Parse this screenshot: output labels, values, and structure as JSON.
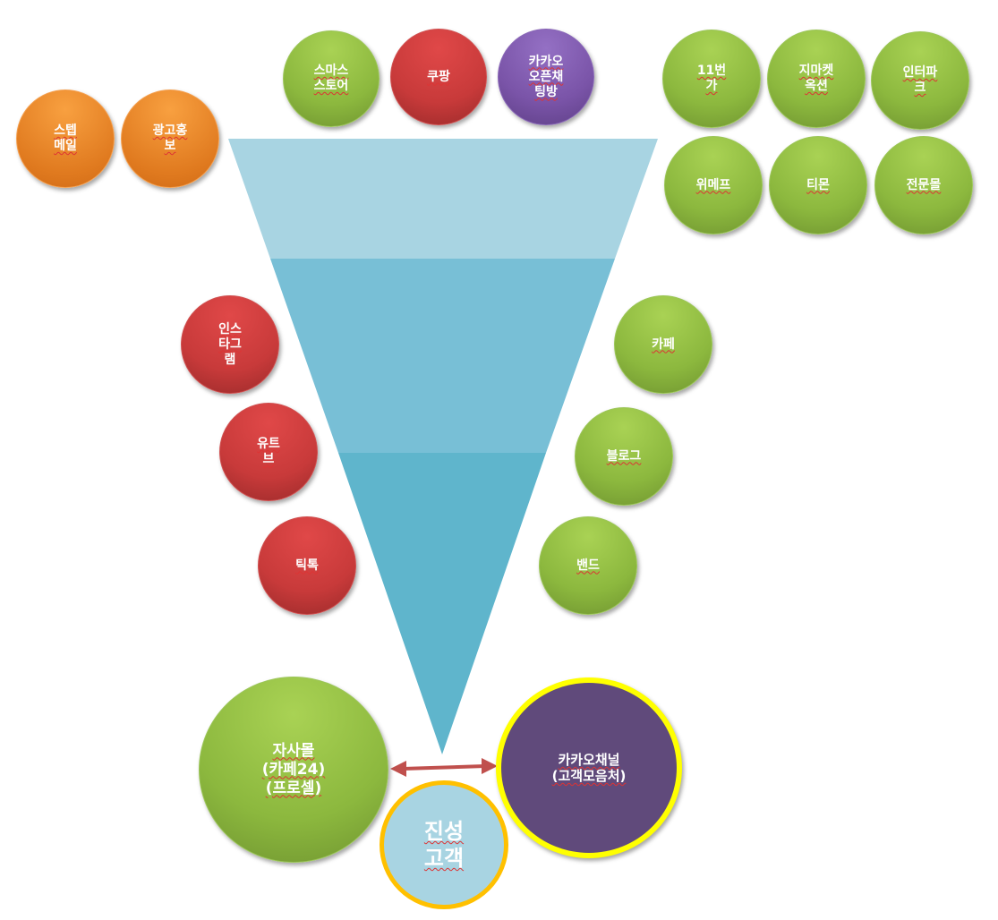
{
  "top_left": [
    {
      "label": "스텝\n메일"
    },
    {
      "label": "광고홍\n보"
    }
  ],
  "top_center": [
    {
      "label": "스마스\n스토어"
    },
    {
      "label": "쿠팡"
    },
    {
      "label": "카카오\n오픈채\n팅방"
    }
  ],
  "top_right": [
    {
      "label": "11번\n가"
    },
    {
      "label": "지마켓\n옥션"
    },
    {
      "label": "인터파\n크"
    },
    {
      "label": "위메프"
    },
    {
      "label": "티몬"
    },
    {
      "label": "전문몰"
    }
  ],
  "left_sns": [
    {
      "label": "인스\n타그\n램"
    },
    {
      "label": "유트\n브"
    },
    {
      "label": "틱톡"
    }
  ],
  "right_community": [
    {
      "label": "카페"
    },
    {
      "label": "블로그"
    },
    {
      "label": "밴드"
    }
  ],
  "own_mall": {
    "label": "자사몰\n(카페24)\n(프로셀)"
  },
  "kakao_channel": {
    "label": "카카오채널\n(고객모음처)"
  },
  "loyal_customer": {
    "label": "진성\n고객"
  },
  "colors": {
    "funnel_top": "#a8d4e2",
    "funnel_mid": "#78bfd6",
    "funnel_bottom": "#5fb5cc",
    "arrow": "#c0504d",
    "yellow_ring": "#ffff00",
    "orange_ring": "#ffc000"
  }
}
